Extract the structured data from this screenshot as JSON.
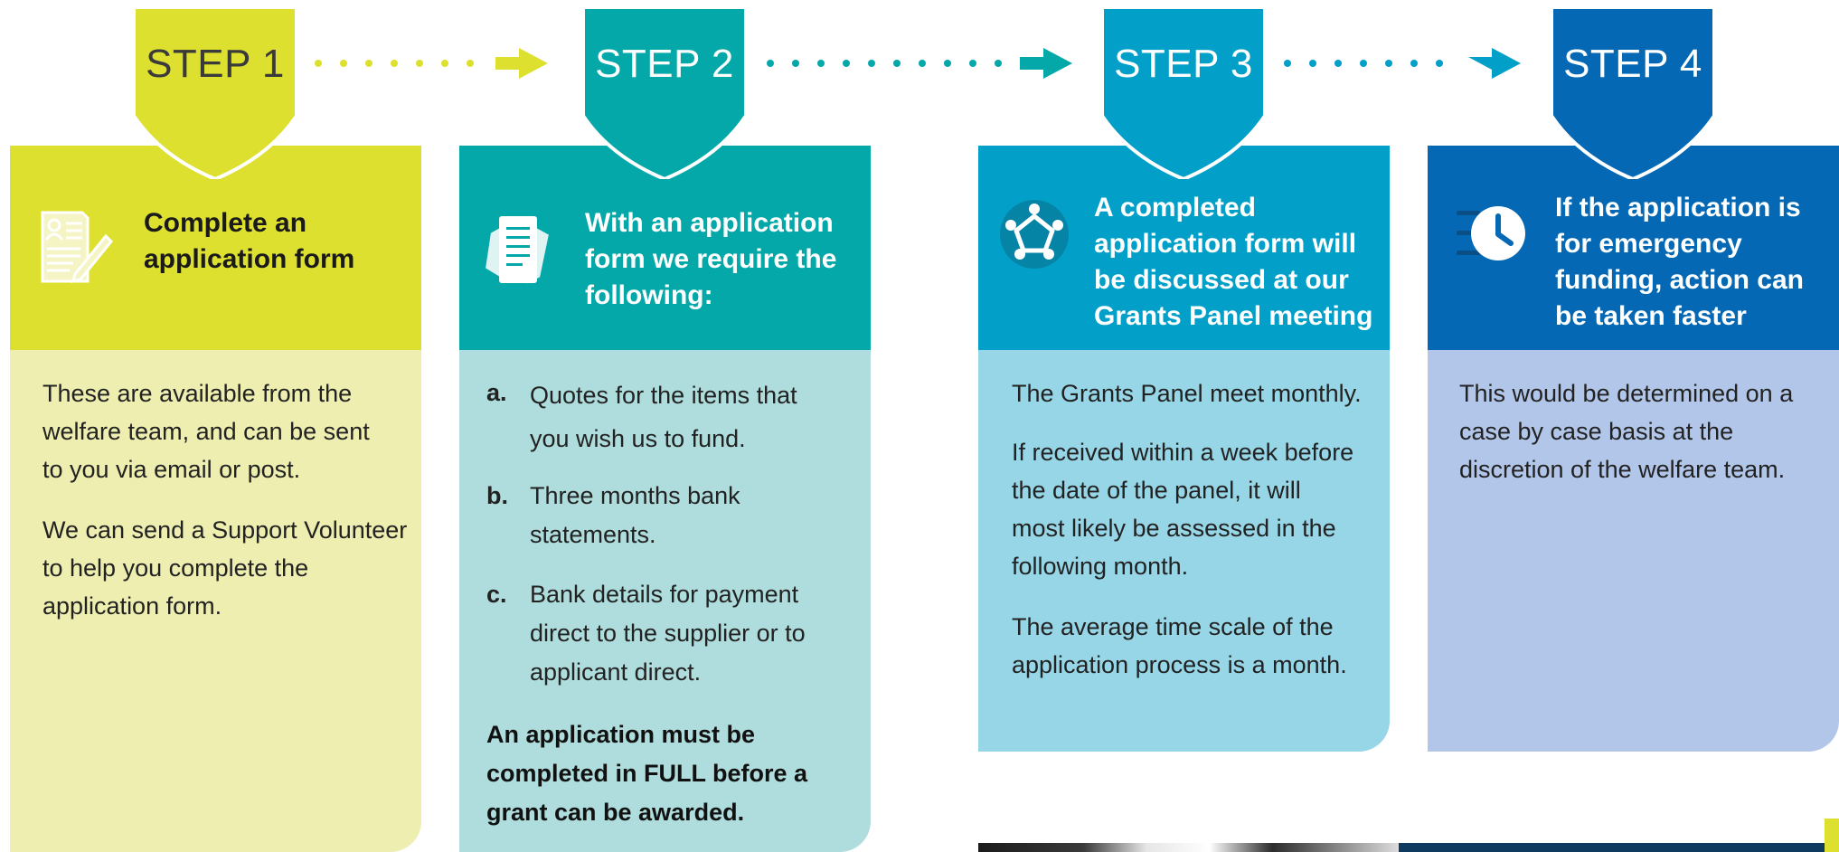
{
  "colors": {
    "step1_dark": "#dde02f",
    "step1_light": "#eeeeb1",
    "step2_dark": "#05a8a8",
    "step2_light": "#afdcdc",
    "step3_dark": "#02a0c8",
    "step3_light": "#97d6e7",
    "step4_dark": "#0468b4",
    "step4_light": "#b1c6e9"
  },
  "steps": [
    {
      "label": "STEP 1",
      "icon": "application-form-icon",
      "title": "Complete an application form",
      "paragraphs": [
        "These are available from the welfare team, and can be sent to you via email or post.",
        "We can send a Support Volunteer to help you complete the application form."
      ]
    },
    {
      "label": "STEP 2",
      "icon": "documents-icon",
      "title": "With an application form we require the following:",
      "list": [
        {
          "letter": "a.",
          "text": "Quotes for the items that you wish us to fund."
        },
        {
          "letter": "b.",
          "text": "Three months bank statements."
        },
        {
          "letter": "c.",
          "text": "Bank details for payment direct to the supplier or to applicant direct."
        }
      ],
      "note": "An application must be completed in FULL before a grant can be awarded."
    },
    {
      "label": "STEP 3",
      "icon": "panel-meeting-icon",
      "title": "A completed application form will be discussed at our Grants Panel meeting",
      "paragraphs": [
        "The Grants Panel meet monthly.",
        "If received within a week before the date of the panel, it will most likely be assessed in the following month.",
        "The average time scale of the application process is a month."
      ]
    },
    {
      "label": "STEP 4",
      "icon": "fast-clock-icon",
      "title": "If the application is for emergency funding, action can be taken faster",
      "paragraphs": [
        "This would be determined on a case by case basis at the discretion of the welfare team."
      ]
    }
  ]
}
